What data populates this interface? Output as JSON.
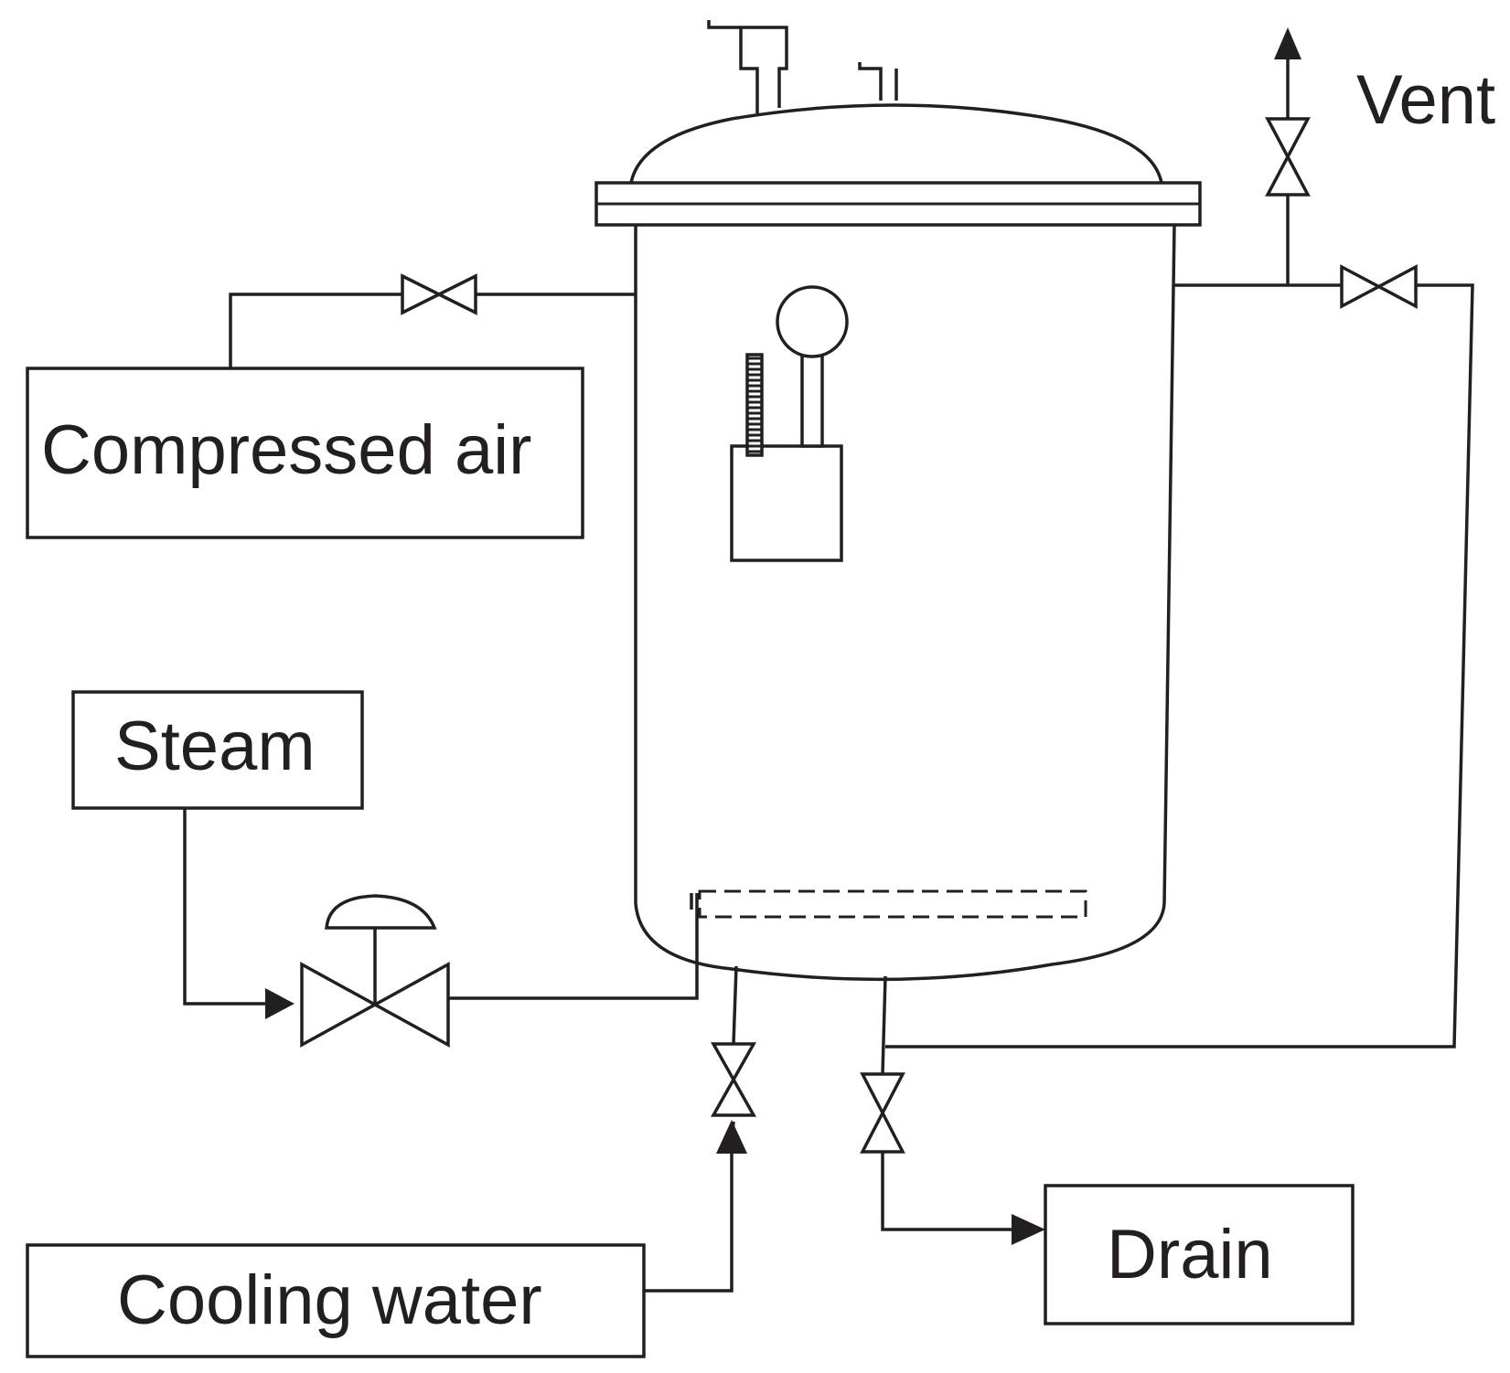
{
  "labels": {
    "compressed_air": "Compressed air",
    "steam": "Steam",
    "cooling_water": "Cooling water",
    "drain": "Drain",
    "vent": "Vent"
  },
  "colors": {
    "stroke": "#231f20",
    "background": "#ffffff"
  }
}
